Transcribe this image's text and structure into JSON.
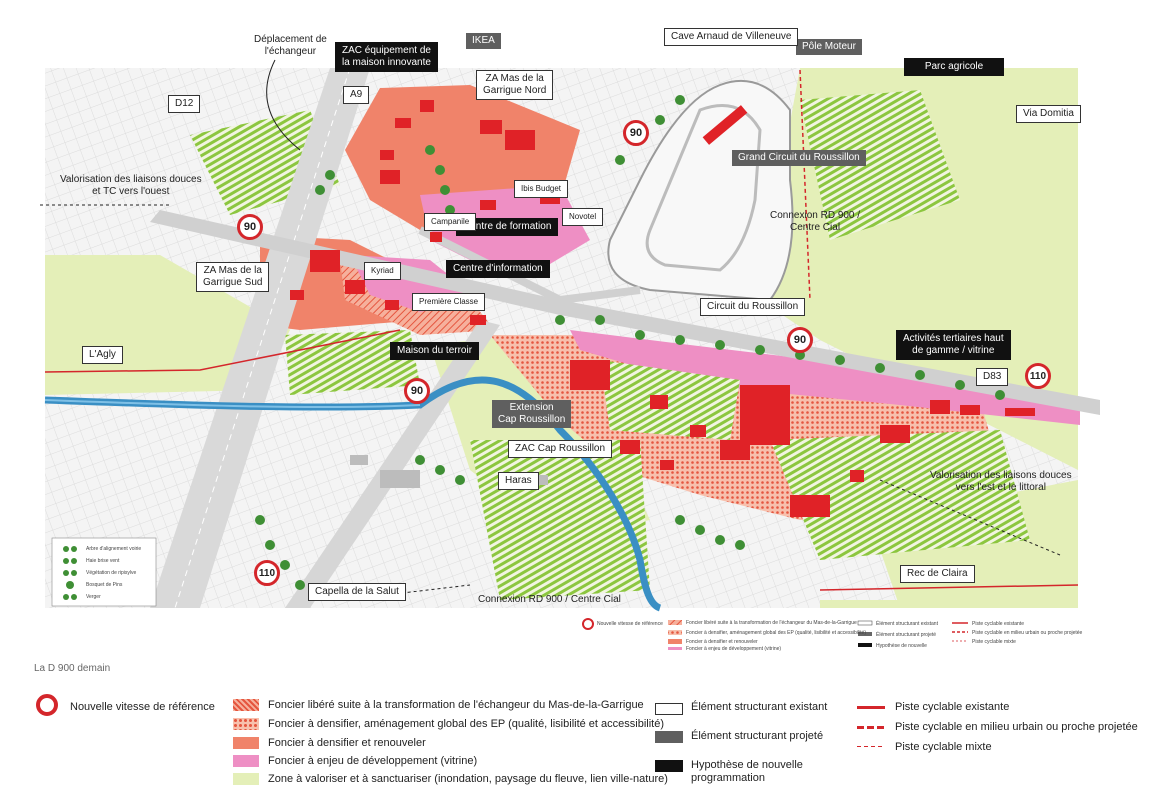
{
  "caption": "La D 900 demain",
  "colors": {
    "red_building": "#e02227",
    "orange_land": "#f0836a",
    "pink_land": "#ee8fc4",
    "green_zone": "#e4efb8",
    "water": "#3a8fc4",
    "speed_ring": "#d4262b"
  },
  "speed_signs": [
    "90",
    "90",
    "90",
    "90",
    "110",
    "110"
  ],
  "black_labels": {
    "zac_equipement": [
      "ZAC équipement de",
      "la maison innovante"
    ],
    "centre_formation": "Centre de formation",
    "centre_information": "Centre d'information",
    "maison_terroir": "Maison du terroir",
    "parc_agricole": "Parc agricole",
    "activites_tertiaires": [
      "Activités tertiaires haut",
      "de gamme / vitrine"
    ]
  },
  "grey_labels": {
    "ikea": "IKEA",
    "pole_moteur": "Pôle Moteur",
    "grand_circuit": "Grand Circuit du Roussillon",
    "extension_cap": [
      "Extension",
      "Cap Roussillon"
    ]
  },
  "white_labels": {
    "a9": "A9",
    "d12": "D12",
    "za_mas_nord": [
      "ZA Mas de la",
      "Garrigue Nord"
    ],
    "ibis": "Ibis Budget",
    "novotel": "Novotel",
    "campanile": "Campanile",
    "kyriad": "Kyriad",
    "premiere_classe": "Première Classe",
    "za_mas_sud": [
      "ZA Mas de la",
      "Garrigue Sud"
    ],
    "agly": "L'Agly",
    "cave_arnaud": "Cave Arnaud de Villeneuve",
    "via_domitia": "Via Domitia",
    "circuit_roussillon": "Circuit du Roussillon",
    "d83": "D83",
    "zac_cap": "ZAC Cap Roussillon",
    "haras": "Haras",
    "capella": "Capella de la Salut",
    "rec_claira": "Rec de Claira"
  },
  "plain_labels": {
    "deplacement": [
      "Déplacement de",
      "l'échangeur"
    ],
    "valorisation_ouest": [
      "Valorisation des liaisons douces",
      "et TC vers l'ouest"
    ],
    "connexion_centre_cial": [
      "Connexion RD 900 /",
      "Centre Cial"
    ],
    "valorisation_est": [
      "Valorisation des liaisons douces",
      "vers l'est et le littoral"
    ],
    "connexion_bottom": "Connexion RD 900 / Centre Cial"
  },
  "inset_legend": [
    "Arbre d'alignement voirie",
    "Haie brise vent",
    "Végétation de ripisylve",
    "Bosquet de Pins",
    "Verger"
  ],
  "legend": {
    "speed": "Nouvelle vitesse de référence",
    "land": [
      {
        "label": "Foncier libéré suite à la transformation de l'échangeur du Mas-de-la-Garrigue",
        "color": "#f0836a",
        "pattern": "hatch"
      },
      {
        "label": "Foncier à densifier, aménagement global  des EP (qualité, lisibilité et accessibilité)",
        "color": "#f0836a",
        "pattern": "dots"
      },
      {
        "label": "Foncier à densifier et renouveler",
        "color": "#f0836a",
        "pattern": "solid"
      },
      {
        "label": "Foncier à enjeu de développement (vitrine)",
        "color": "#ee8fc4",
        "pattern": "solid"
      },
      {
        "label": "Zone à valoriser et à sanctuariser (inondation, paysage du fleuve, lien ville-nature)",
        "color": "#e4efb8",
        "pattern": "solid"
      }
    ],
    "elements": [
      {
        "label": "Élément structurant existant",
        "style": "white"
      },
      {
        "label": "Élément structurant projeté",
        "style": "grey"
      },
      {
        "label": [
          "Hypothèse de nouvelle",
          "programmation"
        ],
        "style": "black"
      }
    ],
    "cycle": [
      {
        "label": "Piste cyclable existante",
        "style": "solid"
      },
      {
        "label": "Piste cyclable en milieu urbain ou proche projetée",
        "style": "dashed"
      },
      {
        "label": "Piste cyclable mixte",
        "style": "thin-dashed"
      }
    ]
  }
}
